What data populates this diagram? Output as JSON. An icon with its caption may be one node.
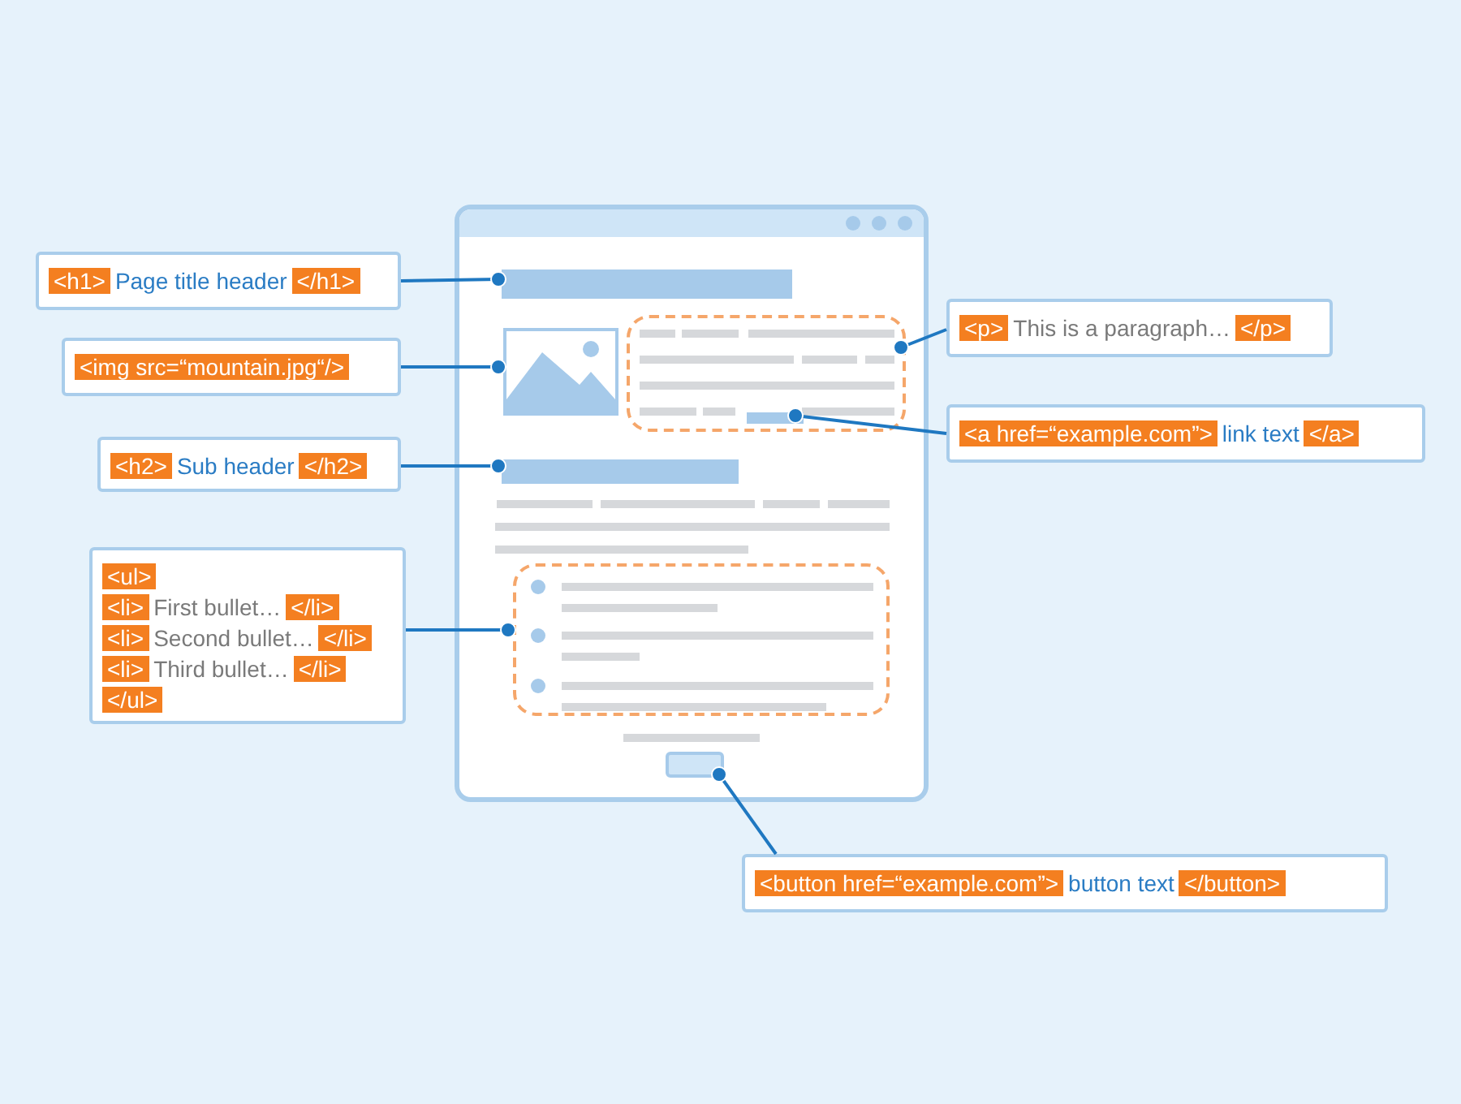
{
  "diagram": {
    "nodes": [
      {
        "text": [
          "<h1>",
          "Page title header",
          "</h1>"
        ]
      },
      {
        "text": [
          "<img src=“mountain.jpg“/>"
        ]
      },
      {
        "text": [
          "<h2>",
          "Sub header",
          "</h2>"
        ]
      },
      {
        "text": [
          "<ul>",
          "<li>",
          "First bullet…",
          "</li>",
          "<li>",
          "Second bullet…",
          "</li>",
          "<li>",
          "Third bullet…",
          "</li>",
          "</ul>"
        ]
      },
      {
        "text": [
          "<p>",
          "This is a paragraph…",
          "</p>"
        ]
      },
      {
        "text": [
          "<a href=“example.com”>",
          "link text",
          "</a>"
        ]
      },
      {
        "text": [
          "<button href=“example.com”>",
          "button text",
          "</button>"
        ]
      },
      {
        "text": [],
        "shape": "box"
      },
      {
        "text": [],
        "shape": "bar",
        "in": 7
      },
      {
        "text": [],
        "shape": "picture",
        "in": 7
      },
      {
        "text": [],
        "shape": "box",
        "in": 7
      },
      {
        "text": [],
        "shape": "bar",
        "in": 10
      },
      {
        "text": [],
        "shape": "bar",
        "in": 7
      },
      {
        "text": [],
        "shape": "box",
        "in": 7
      },
      {
        "text": [],
        "shape": "box",
        "in": 7
      }
    ],
    "edges": [
      {
        "from": 0,
        "to": 8,
        "arrow": "other"
      },
      {
        "from": 1,
        "to": 9,
        "arrow": "other"
      },
      {
        "from": 2,
        "to": 12,
        "arrow": "other"
      },
      {
        "from": 3,
        "to": 13,
        "arrow": "other"
      },
      {
        "from": 4,
        "to": 10,
        "arrow": "other"
      },
      {
        "from": 5,
        "to": 11,
        "arrow": "other"
      },
      {
        "from": 6,
        "to": 14,
        "arrow": "other"
      }
    ]
  }
}
